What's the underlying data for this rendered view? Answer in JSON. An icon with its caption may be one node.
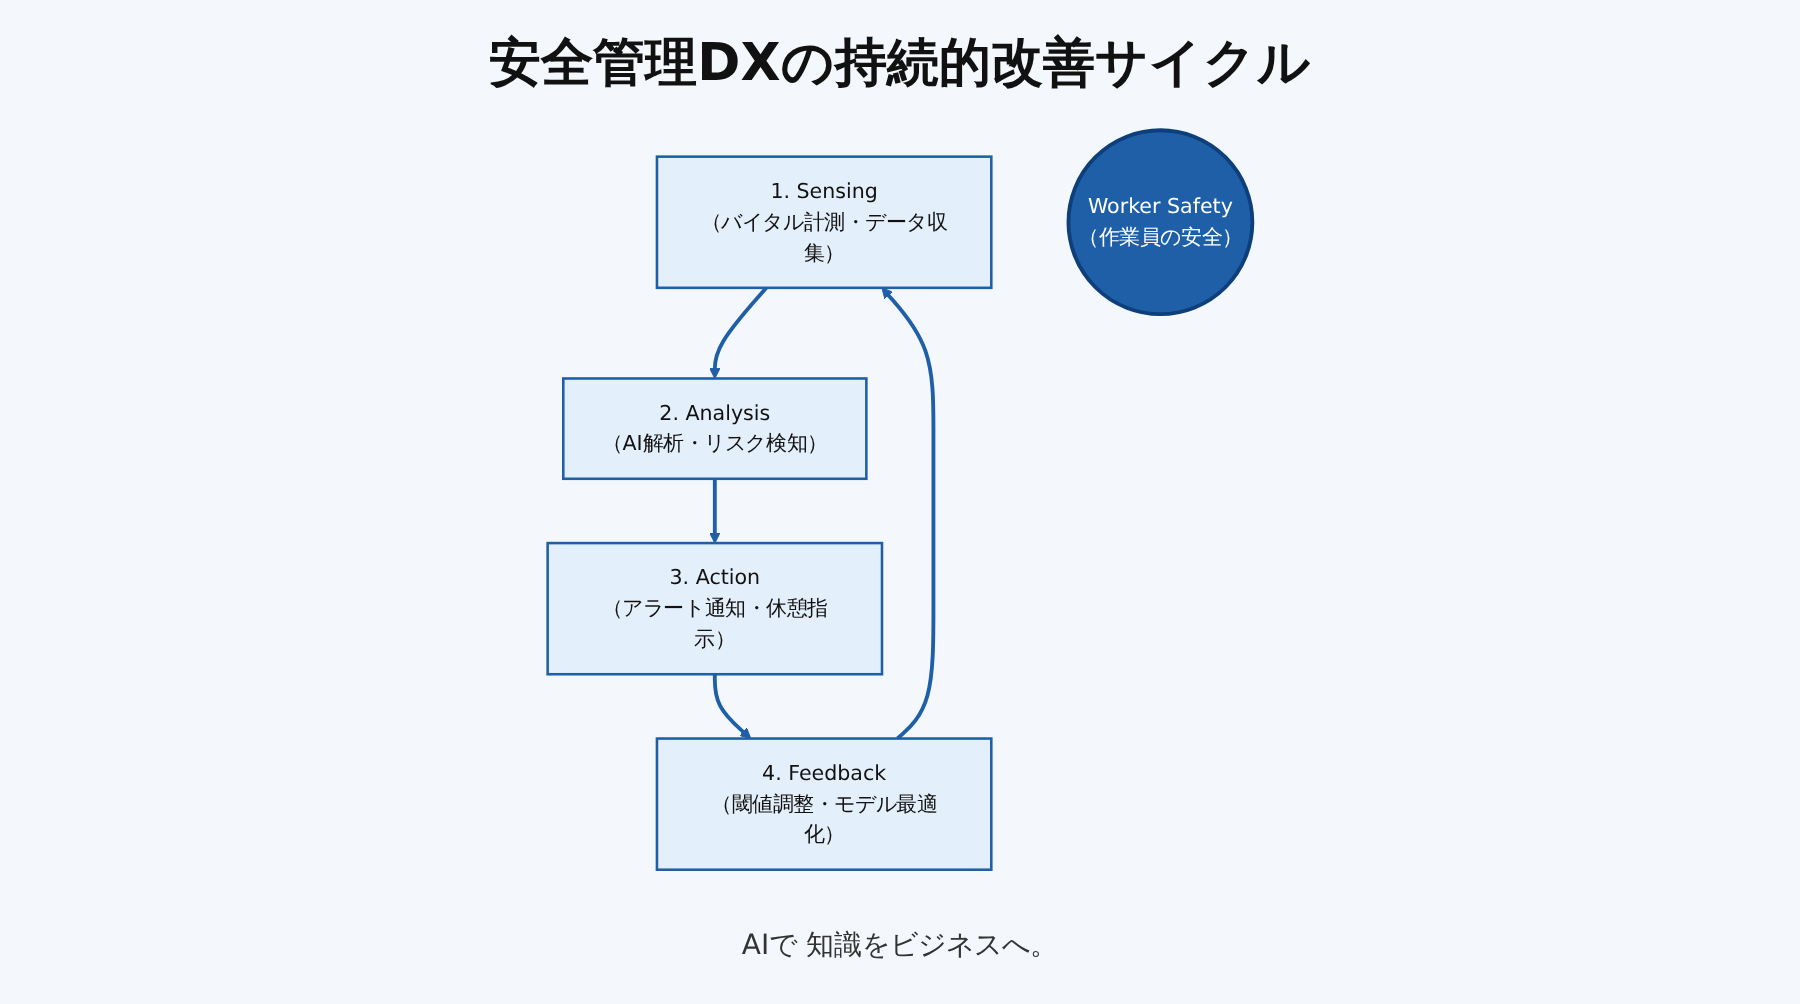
{
  "diagram": {
    "title": "安全管理DXの持続的改善サイクル",
    "nodes": [
      {
        "text": [
          "1. Sensing",
          "（バイタル計測・データ収集）"
        ]
      },
      {
        "text": [
          "4. Feedback",
          "（閾値調整・モデル最適化）"
        ]
      },
      {
        "text": [
          "Worker Safety",
          "（作業員の安全）"
        ]
      },
      {
        "text": [
          "2. Analysis",
          "（AI解析・リスク検知）"
        ]
      },
      {
        "text": [
          "3. Action",
          "（アラート通知・休憩指示）"
        ]
      }
    ],
    "edges": [
      {
        "from": 0,
        "to": 3,
        "arrow": "to"
      },
      {
        "from": 3,
        "to": 4,
        "arrow": "to"
      },
      {
        "from": 4,
        "to": 1,
        "arrow": "to"
      },
      {
        "from": 1,
        "to": 0,
        "arrow": "to"
      }
    ],
    "labels": [
      "AIで 知識をビジネスへ。"
    ]
  }
}
